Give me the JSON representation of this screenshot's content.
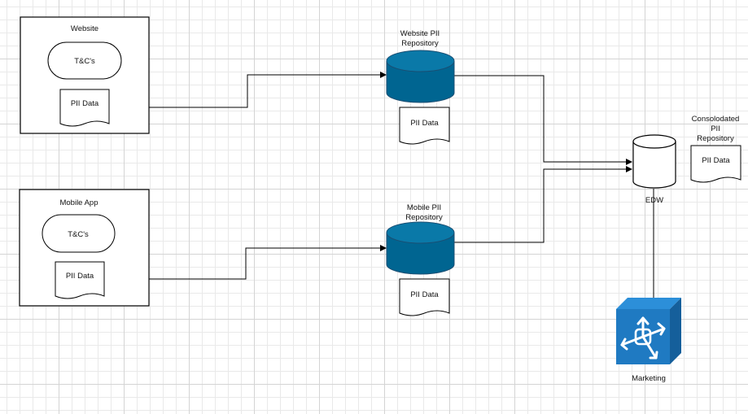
{
  "website": {
    "title": "Website",
    "terms": "T&C's",
    "pii": "PII Data"
  },
  "mobile_app": {
    "title": "Mobile App",
    "terms": "T&C's",
    "pii": "PII Data"
  },
  "website_repo": {
    "label_line1": "Website PII",
    "label_line2": "Repository",
    "pii": "PII Data"
  },
  "mobile_repo": {
    "label_line1": "Mobile PII",
    "label_line2": "Repository",
    "pii": "PII Data"
  },
  "edw": {
    "label": "EDW"
  },
  "consolidated": {
    "label_line1": "Consolodated",
    "label_line2": "PII",
    "label_line3": "Repository",
    "pii": "PII Data"
  },
  "marketing": {
    "label": "Marketing",
    "icon": "routing-cube-icon"
  },
  "colors": {
    "repo_fill": "#006591",
    "repo_stroke": "#1b4e72",
    "marketing_fill": "#1f7ac2",
    "marketing_top": "#2c8fd9",
    "marketing_side": "#155f9b"
  }
}
